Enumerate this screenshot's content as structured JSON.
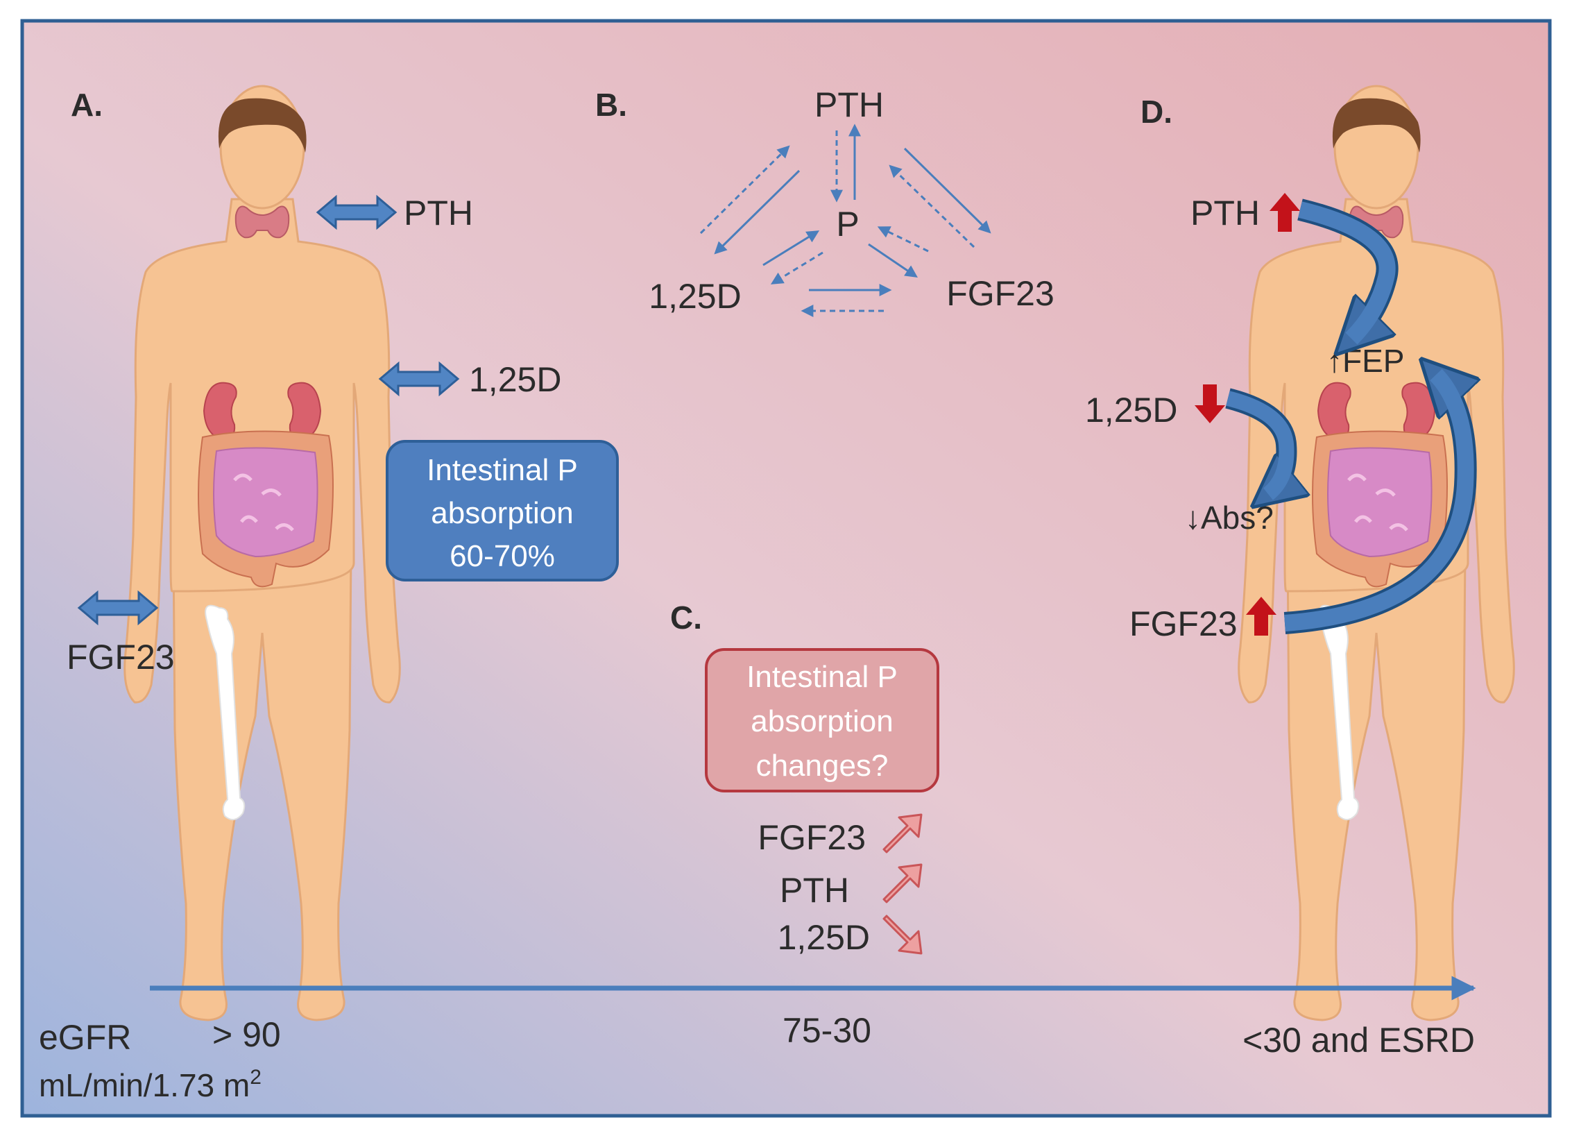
{
  "colors": {
    "frame": "#2f5f93",
    "blue_arrow": "#4a7ebc",
    "red_arrow": "#c3121a",
    "box_blue_fill": "#4f7fbf",
    "box_red_fill": "#e0a5a8",
    "box_red_stroke": "#b5383f",
    "pink_arrow": "#eda0a0",
    "skin": "#f6c393",
    "hair": "#7a4a2b"
  },
  "panel_a": {
    "label": "A.",
    "pth": "PTH",
    "d": "1,25D",
    "fgf23": "FGF23",
    "box_lines": [
      "Intestinal P",
      "absorption",
      "60-70%"
    ]
  },
  "panel_b": {
    "label": "B.",
    "pth": "PTH",
    "p": "P",
    "d": "1,25D",
    "fgf23": "FGF23"
  },
  "panel_c": {
    "label": "C.",
    "box_lines": [
      "Intestinal P",
      "absorption",
      "changes?"
    ],
    "fgf23": "FGF23",
    "pth": "PTH",
    "d": "1,25D"
  },
  "panel_d": {
    "label": "D.",
    "pth": "PTH",
    "d": "1,25D",
    "fgf23": "FGF23",
    "fep": "↑FEP",
    "abs": "↓Abs?"
  },
  "axis": {
    "egfr": "eGFR",
    "unit": "mL/min/1.73 m",
    "unit_sup": "2",
    "stage1": "> 90",
    "stage2": "75-30",
    "stage3": "<30 and ESRD"
  },
  "icons": [
    "double-arrow-icon",
    "up-arrow-icon",
    "down-arrow-icon",
    "curved-arrow-icon",
    "thyroid-icon",
    "kidney-icon",
    "intestine-icon",
    "femur-icon"
  ]
}
